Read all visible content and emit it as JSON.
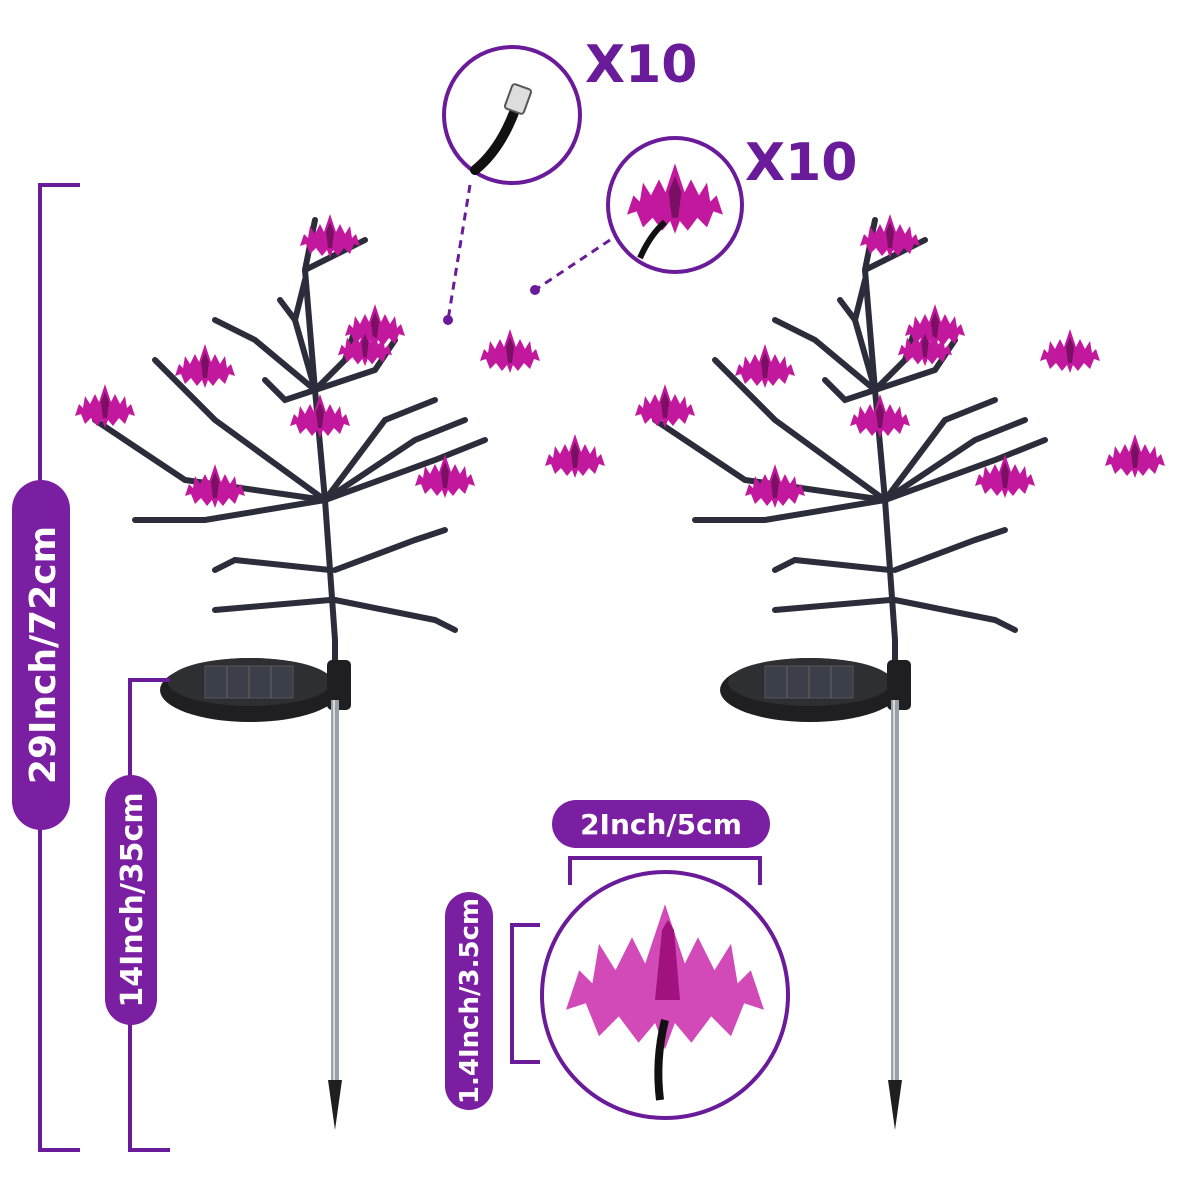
{
  "dimensions": {
    "total_height": "29Inch/72cm",
    "stake_height": "14Inch/35cm",
    "bat_width": "2Inch/5cm",
    "bat_height": "1.4Inch/3.5cm"
  },
  "callouts": {
    "led_bulb_qty": "X10",
    "bat_qty": "X10"
  },
  "colors": {
    "accent": "#6a1b9a",
    "pill": "#7b1fa2",
    "bat": "#c2189e",
    "branch": "#2b2d3a",
    "stake": "#9aa0a6"
  },
  "icons": {
    "bat": "bat-icon",
    "led": "led-bulb-icon",
    "solar": "solar-panel-icon"
  }
}
